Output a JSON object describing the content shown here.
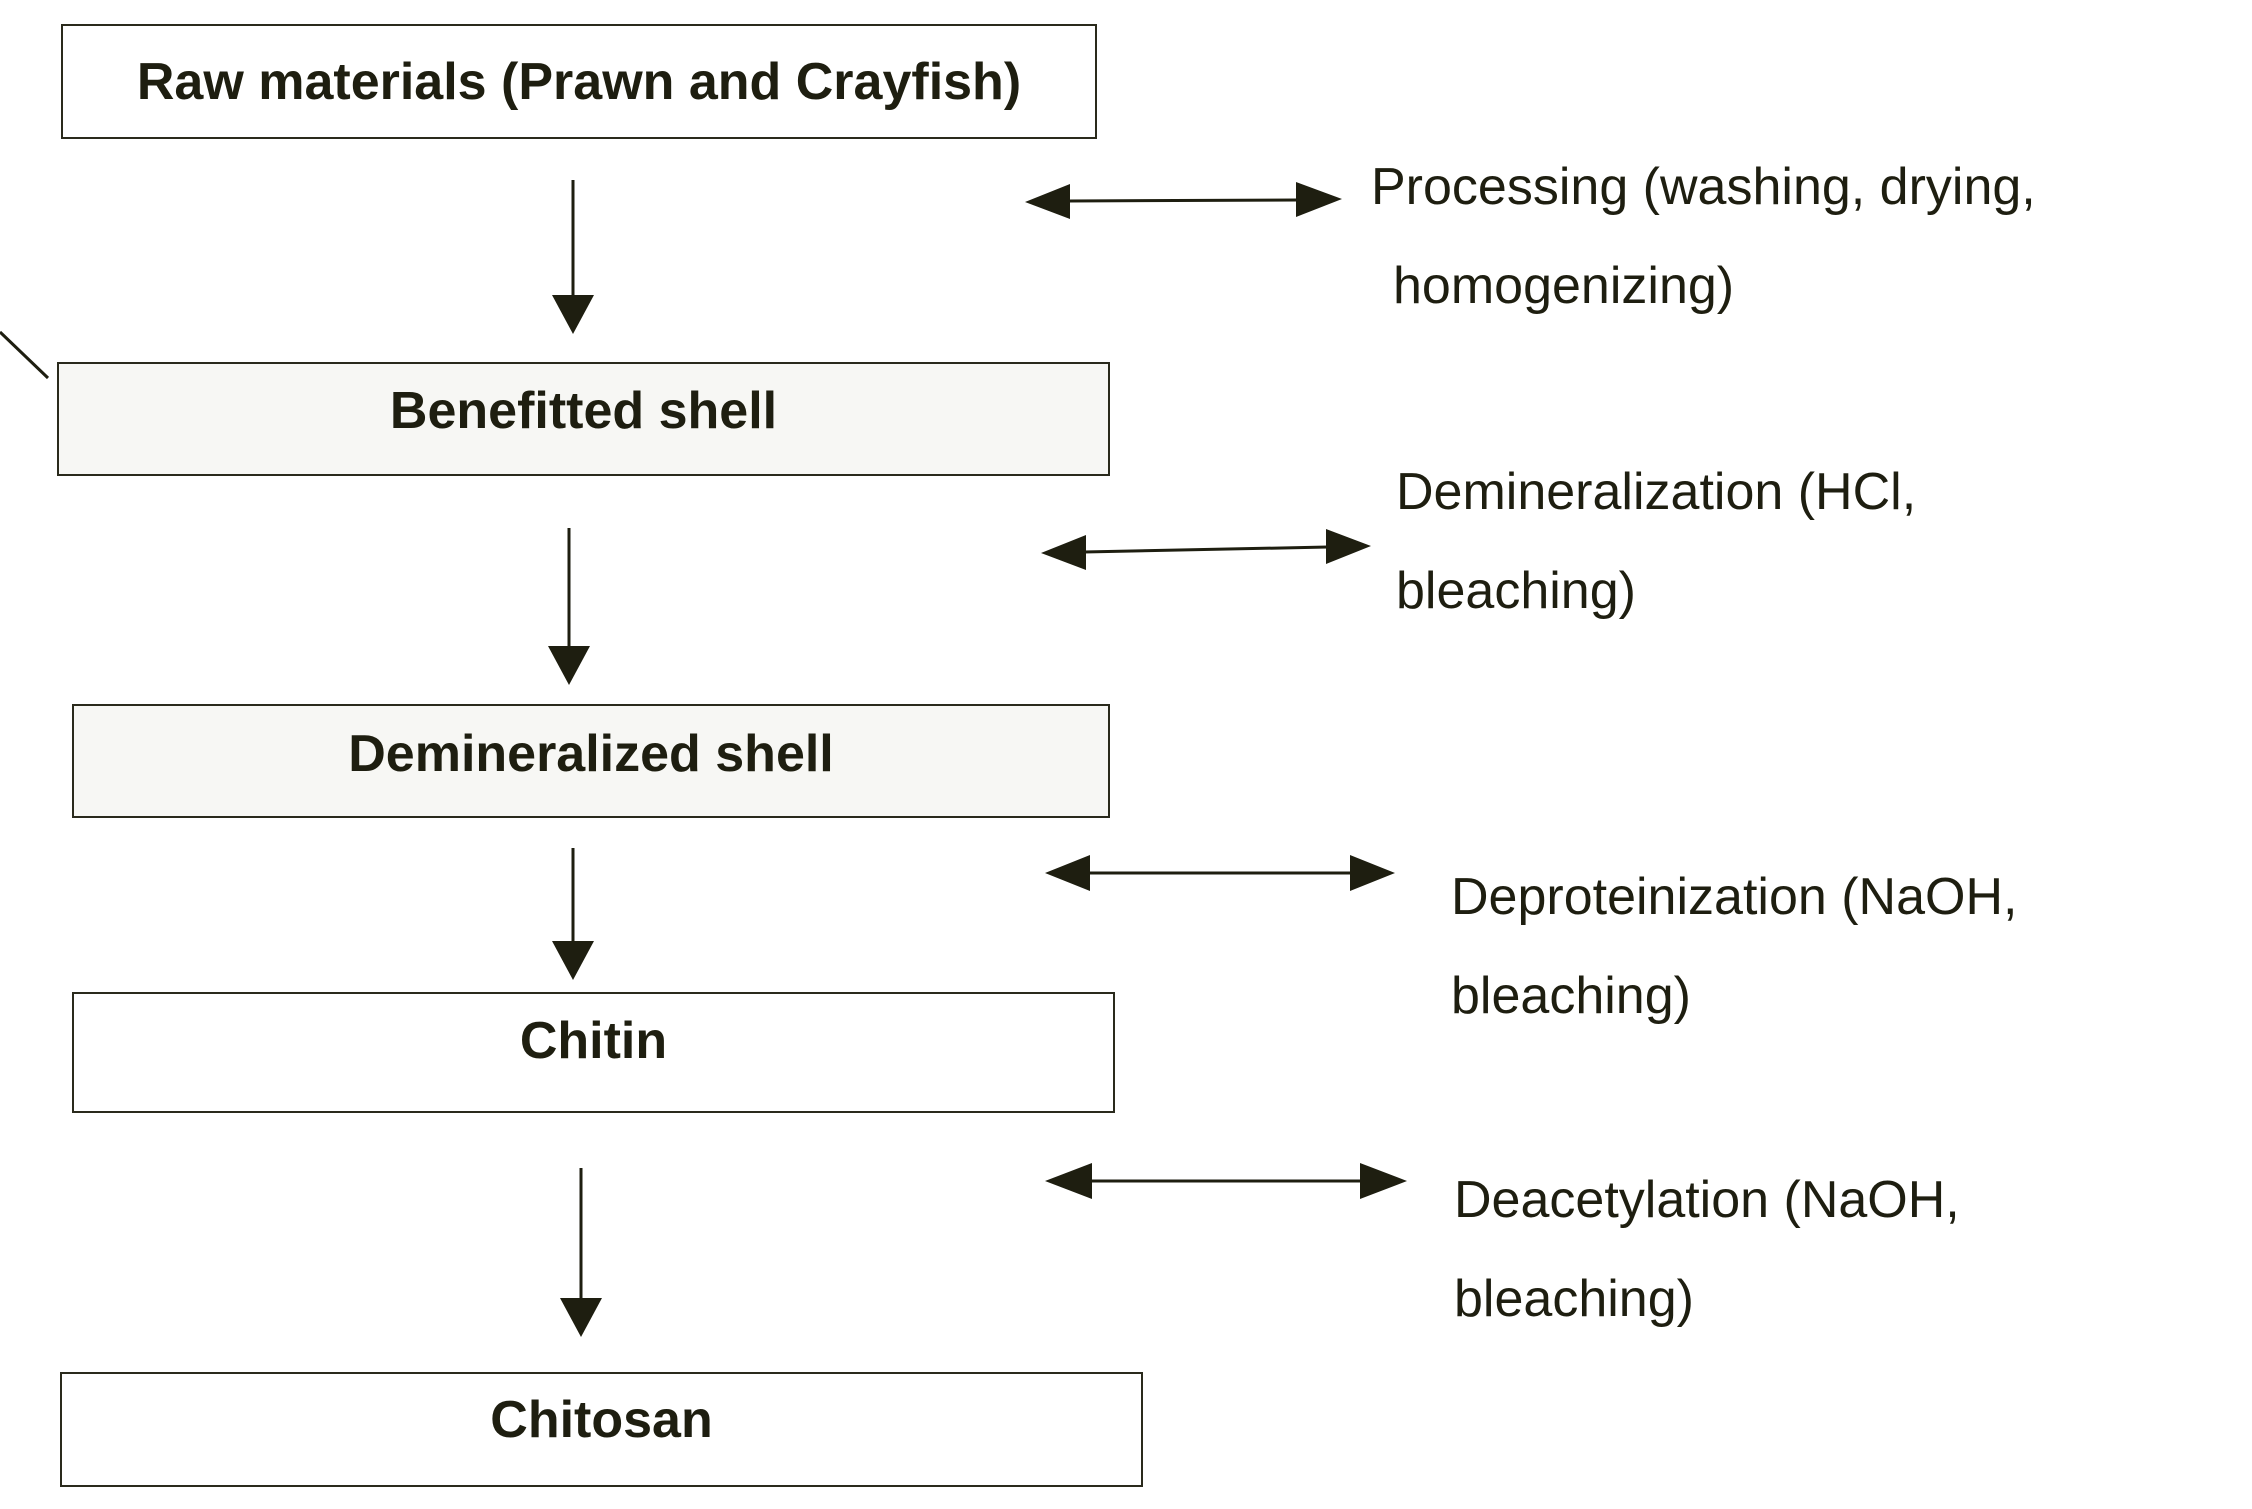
{
  "diagram": {
    "boxes": [
      {
        "id": "raw",
        "label": "Raw materials (Prawn and Crayfish)"
      },
      {
        "id": "benefitted",
        "label": "Benefitted shell"
      },
      {
        "id": "demineralized",
        "label": "Demineralized shell"
      },
      {
        "id": "chitin",
        "label": "Chitin"
      },
      {
        "id": "chitosan",
        "label": "Chitosan"
      }
    ],
    "steps": [
      {
        "line1": "Processing (washing, drying,",
        "line2": "homogenizing)"
      },
      {
        "line1": "Demineralization (HCl,",
        "line2": "bleaching)"
      },
      {
        "line1": "Deproteinization (NaOH,",
        "line2": "bleaching)"
      },
      {
        "line1": "Deacetylation (NaOH,",
        "line2": "bleaching)"
      }
    ],
    "colors": {
      "ink": "#1e1e10",
      "border": "#2a2a1c",
      "tint": "#f7f7f4"
    }
  }
}
